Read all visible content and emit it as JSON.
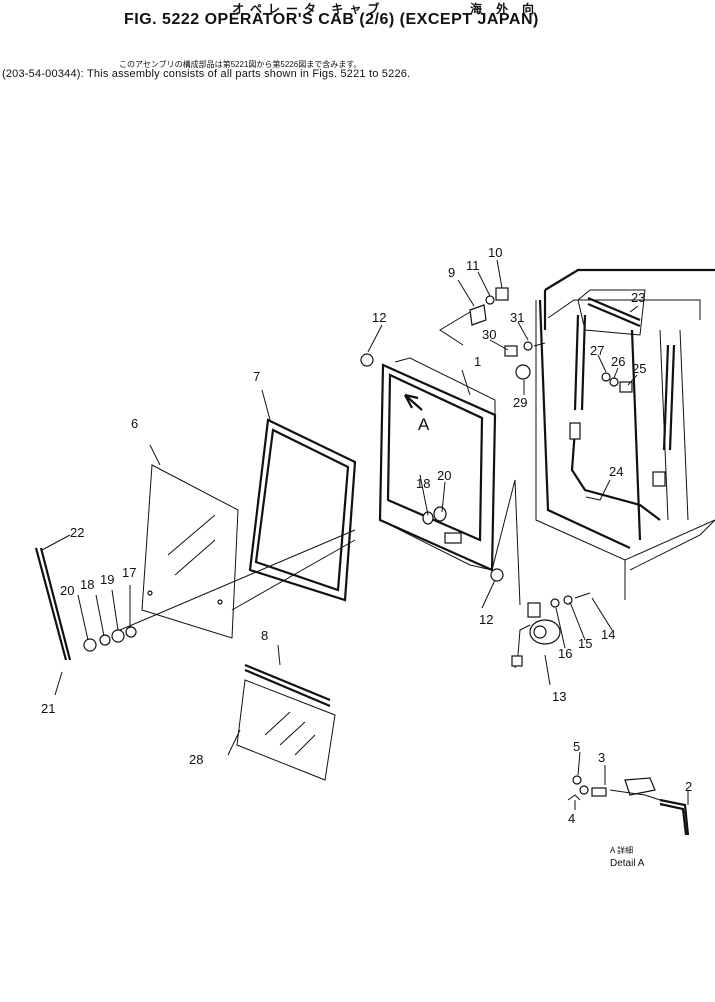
{
  "header": {
    "jp_title": "オペレータ キャブ",
    "jp_region": "海外向",
    "fig_title": "FIG. 5222  OPERATOR'S CAB (2/6) (EXCEPT JAPAN)",
    "jp_note": "このアセンブリの構成部品は第5221図から第5226図まで含みます。",
    "en_note": "(203-54-00344): This assembly consists of all parts shown in Figs. 5221 to 5226."
  },
  "diagram": {
    "callouts": [
      "1",
      "2",
      "3",
      "4",
      "5",
      "6",
      "7",
      "8",
      "9",
      "10",
      "11",
      "12",
      "12",
      "13",
      "14",
      "15",
      "16",
      "17",
      "18",
      "18",
      "19",
      "20",
      "20",
      "21",
      "22",
      "23",
      "24",
      "25",
      "26",
      "27",
      "28",
      "29",
      "30",
      "31"
    ],
    "detail_marker": "A",
    "detail_label_jp": "A 詳細",
    "detail_label_en": "Detail A"
  }
}
